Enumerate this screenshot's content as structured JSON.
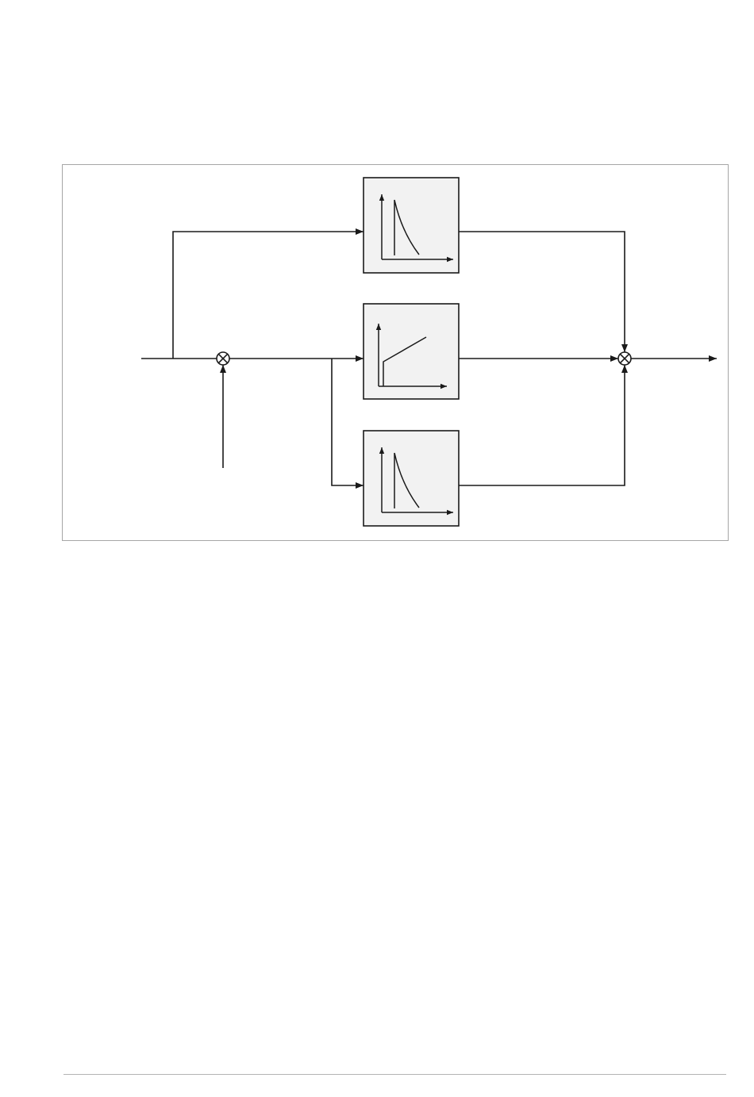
{
  "diagram": {
    "type": "block-diagram",
    "colors": {
      "line": "#1a1a1a",
      "frame": "#a6a6a6",
      "block_fill": "#f2f2f2"
    },
    "blocks": [
      {
        "id": "top-block",
        "glyph": "decay-response-icon"
      },
      {
        "id": "middle-block",
        "glyph": "ramp-response-icon"
      },
      {
        "id": "bottom-block",
        "glyph": "decay-response-icon"
      }
    ],
    "junctions": [
      {
        "id": "input-summing-junction",
        "glyph": "circle-cross-icon"
      },
      {
        "id": "output-summing-junction",
        "glyph": "circle-cross-icon"
      }
    ]
  }
}
